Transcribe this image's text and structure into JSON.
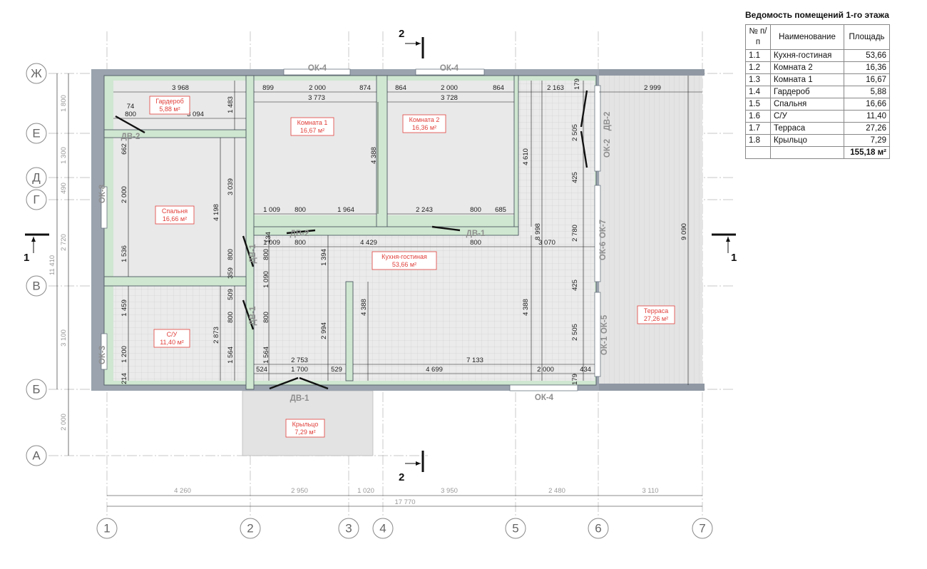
{
  "schedule": {
    "title": "Ведомость помещений 1-го этажа",
    "headers": {
      "num": "№ п/п",
      "name": "Наименование",
      "area": "Площадь"
    },
    "rows": [
      {
        "num": "1.1",
        "name": "Кухня-гостиная",
        "area": "53,66"
      },
      {
        "num": "1.2",
        "name": "Комната 2",
        "area": "16,36"
      },
      {
        "num": "1.3",
        "name": "Комната 1",
        "area": "16,67"
      },
      {
        "num": "1.4",
        "name": "Гардероб",
        "area": "5,88"
      },
      {
        "num": "1.5",
        "name": "Спальня",
        "area": "16,66"
      },
      {
        "num": "1.6",
        "name": "С/У",
        "area": "11,40"
      },
      {
        "num": "1.7",
        "name": "Терраса",
        "area": "27,26"
      },
      {
        "num": "1.8",
        "name": "Крыльцо",
        "area": "7,29"
      }
    ],
    "total": "155,18 м²"
  },
  "grid": {
    "columns": [
      "1",
      "2",
      "3",
      "4",
      "5",
      "6",
      "7"
    ],
    "rows": [
      "Ж",
      "Е",
      "Д",
      "Г",
      "В",
      "Б",
      "А"
    ]
  },
  "rooms": [
    {
      "name": "Гардероб",
      "area": "5,88 м²"
    },
    {
      "name": "Комната 1",
      "area": "16,67 м²"
    },
    {
      "name": "Комната 2",
      "area": "16,36 м²"
    },
    {
      "name": "Спальня",
      "area": "16,66 м²"
    },
    {
      "name": "Кухня-гостиная",
      "area": "53,66 м²"
    },
    {
      "name": "С/У",
      "area": "11,40 м²"
    },
    {
      "name": "Терраса",
      "area": "27,26 м²"
    },
    {
      "name": "Крыльцо",
      "area": "7,29 м²"
    }
  ],
  "sections": {
    "s1": "1",
    "s2": "2"
  },
  "marks": {
    "ok4": "ОК-4",
    "ok8": "ОК-8",
    "ok3": "ОК-3",
    "ok2": "ОК-2",
    "ok7": "ОК-7",
    "ok6": "ОК-6",
    "ok5": "ОК-5",
    "ok1": "ОК-1",
    "dv1": "ДВ-1",
    "dv2": "ДВ-2"
  },
  "dims": {
    "bottom": [
      "4 260",
      "2 950",
      "1 020",
      "3 950",
      "2 480",
      "3 110"
    ],
    "bottom_total": "17 770",
    "left": [
      "1 800",
      "1 300",
      "490",
      "2 720",
      "3 100",
      "2 000"
    ],
    "left_total": "11 410",
    "inner": {
      "d3968": "3 968",
      "d74": "74",
      "d800": "800",
      "d3094": "3 094",
      "d899": "899",
      "d2000": "2 000",
      "d874": "874",
      "d864": "864",
      "d2163": "2 163",
      "d179": "179",
      "d2999": "2 999",
      "d3773": "3 773",
      "d3728": "3 728",
      "d1483": "1 483",
      "d662": "662",
      "d4388": "4 388",
      "d4610": "4 610",
      "d2505": "2 505",
      "d425": "425",
      "d3039": "3 039",
      "d4198": "4 198",
      "d1009": "1 009",
      "d1964": "1 964",
      "d2243": "2 243",
      "d685": "685",
      "d134": "134",
      "d8998": "8 998",
      "d2780": "2 780",
      "d9090": "9 090",
      "d4429": "4 429",
      "d3070": "3 070",
      "d1394": "1 394",
      "d1536": "1 536",
      "d359": "359",
      "d1090": "1 090",
      "d1459": "1 459",
      "d509": "509",
      "d2873": "2 873",
      "d2994": "2 994",
      "d1200": "1 200",
      "d1564": "1 564",
      "d2753": "2 753",
      "d7133": "7 133",
      "d214": "214",
      "d524": "524",
      "d1700": "1 700",
      "d529": "529",
      "d4699": "4 699",
      "d434": "434"
    }
  },
  "colors": {
    "wall_insulation": "#cfe6d0",
    "room_label": "#e0403b",
    "floor": "#e9e9e9",
    "axis": "#b5b5b5"
  }
}
